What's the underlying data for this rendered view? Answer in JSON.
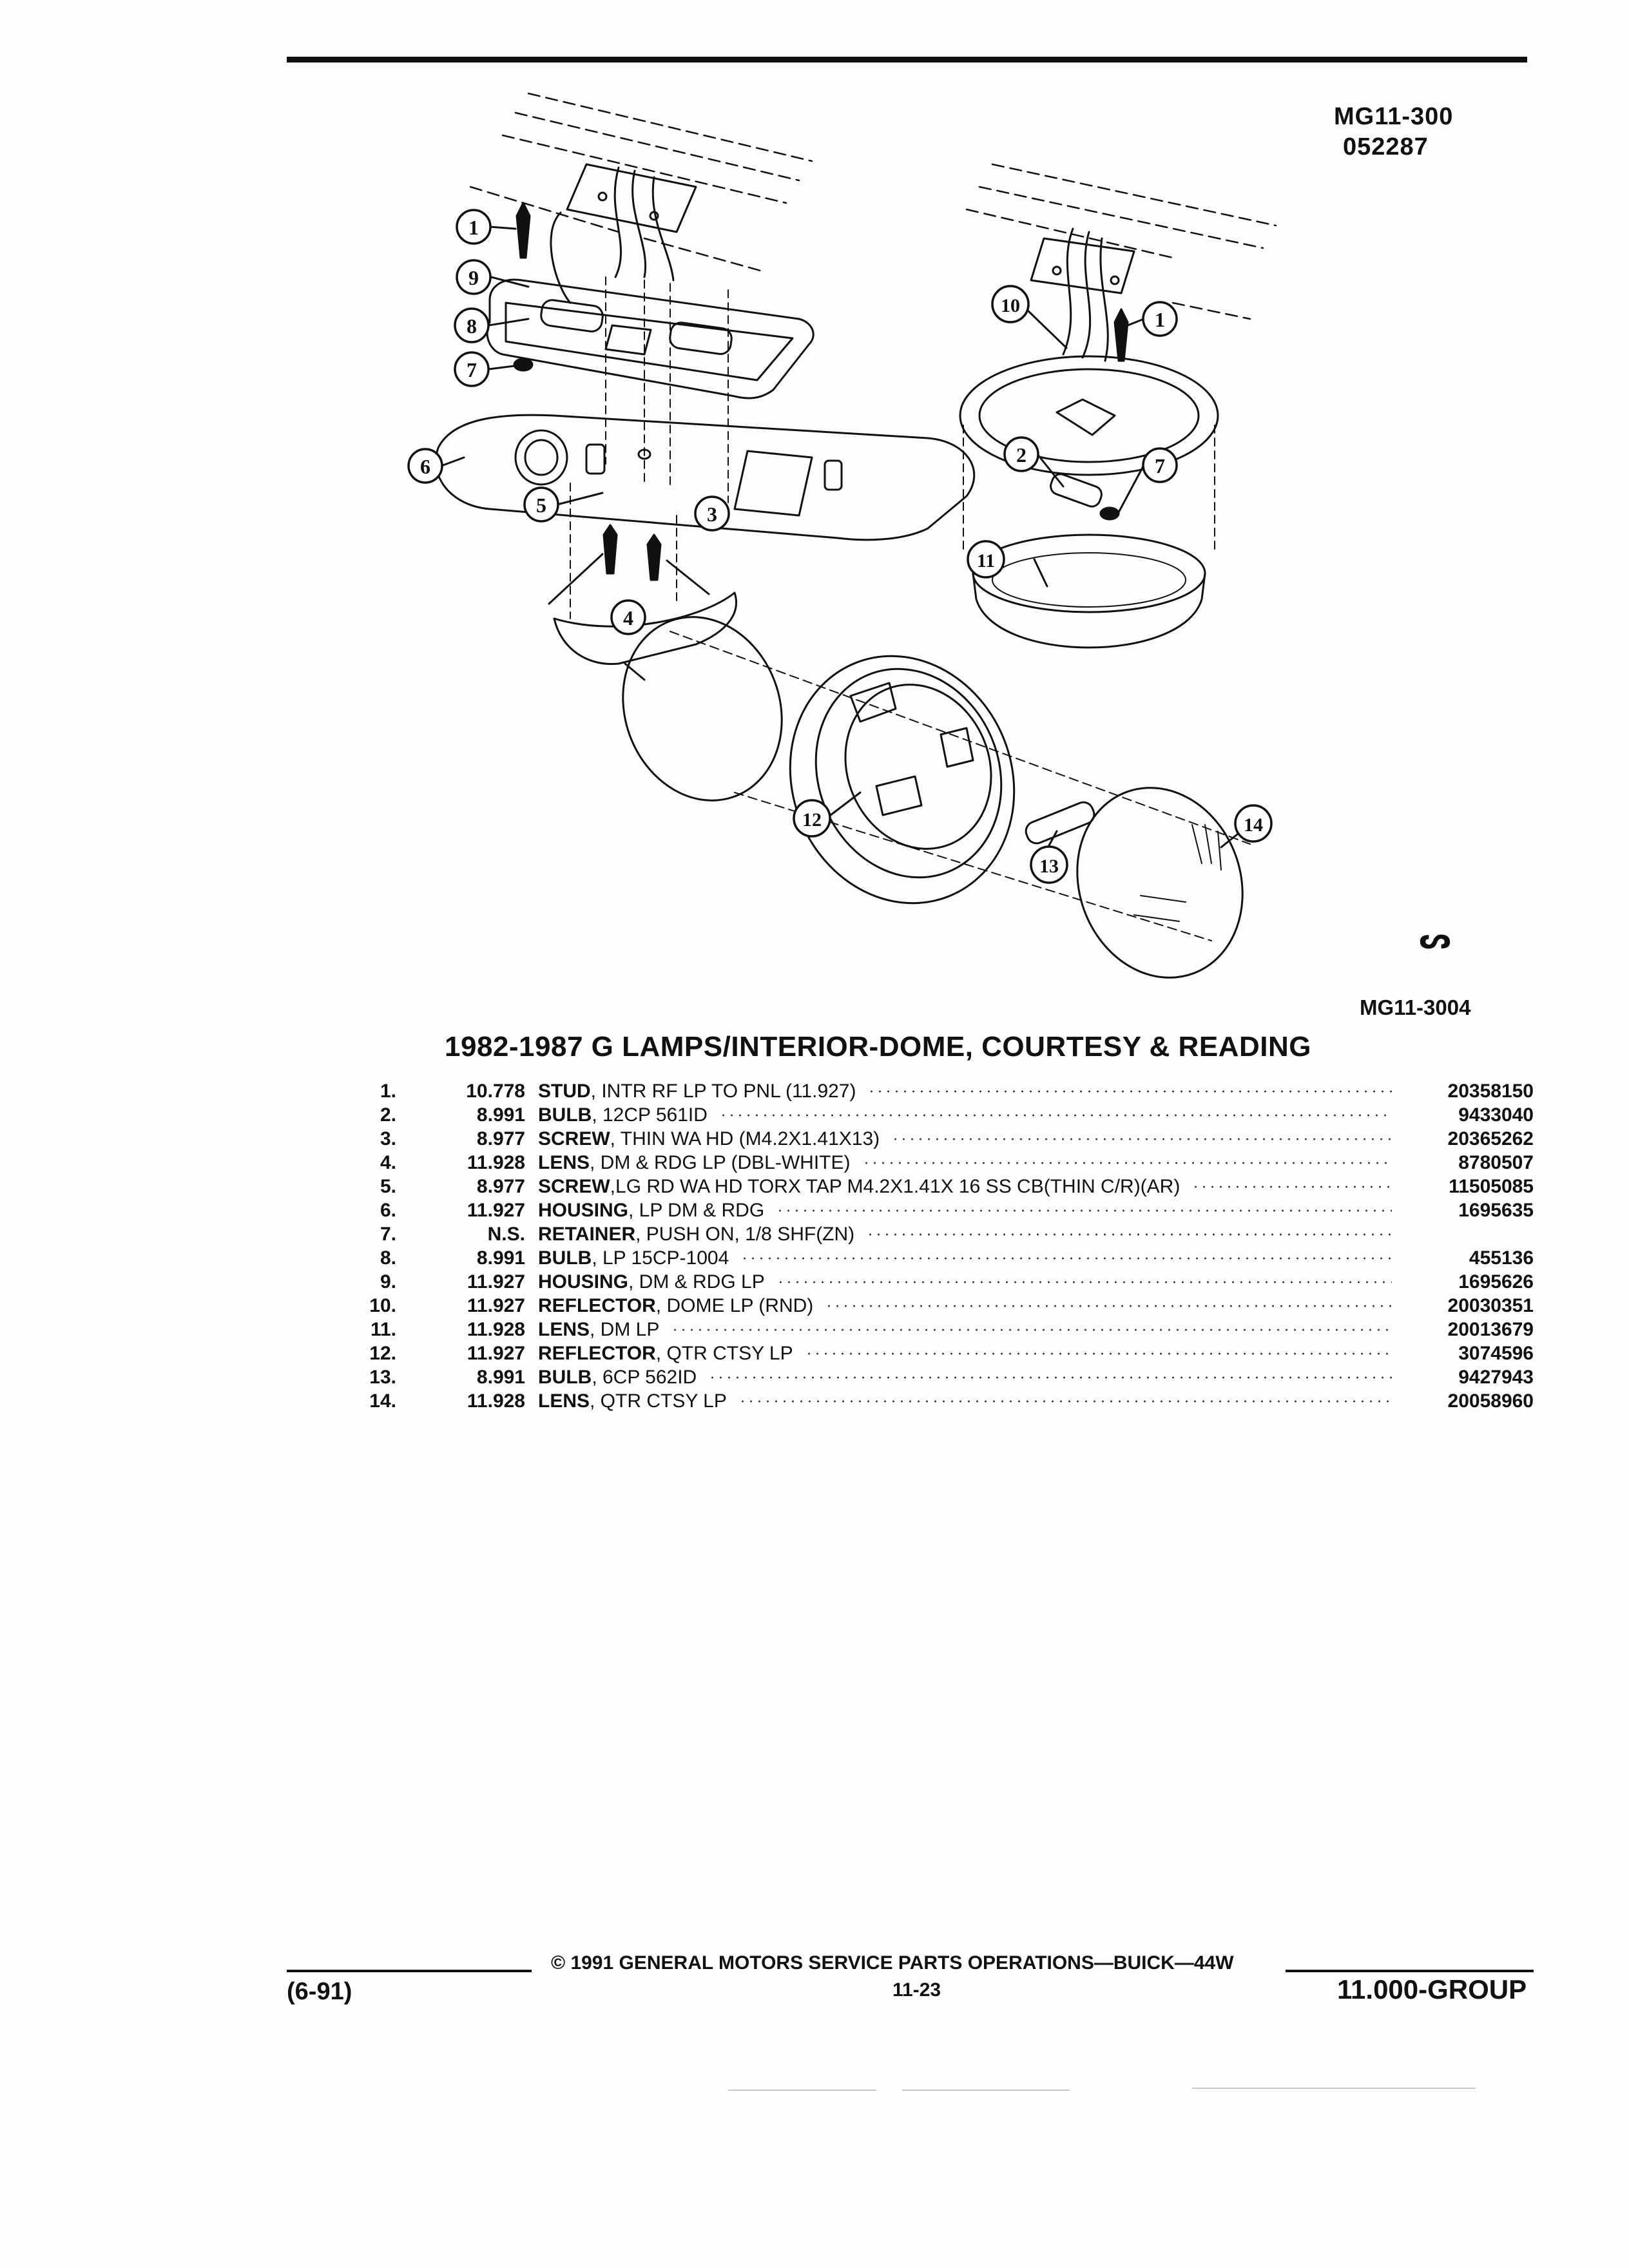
{
  "header": {
    "doc_code": "MG11-300",
    "doc_date": "052287"
  },
  "figure": {
    "reference": "MG11-3004",
    "logo_glyph": "ᔕ",
    "callouts": [
      "1",
      "2",
      "3",
      "4",
      "5",
      "6",
      "7",
      "8",
      "9",
      "10",
      "11",
      "12",
      "13",
      "14"
    ]
  },
  "section": {
    "title": "1982-1987 G LAMPS/INTERIOR-DOME, COURTESY & READING"
  },
  "parts": [
    {
      "no": "1.",
      "group": "10.778",
      "name": "STUD",
      "desc": ", INTR RF LP TO PNL (11.927)",
      "part_number": "20358150"
    },
    {
      "no": "2.",
      "group": "8.991",
      "name": "BULB",
      "desc": ", 12CP 561ID",
      "part_number": "9433040"
    },
    {
      "no": "3.",
      "group": "8.977",
      "name": "SCREW",
      "desc": ", THIN WA HD (M4.2X1.41X13)",
      "part_number": "20365262"
    },
    {
      "no": "4.",
      "group": "11.928",
      "name": "LENS",
      "desc": ", DM & RDG LP (DBL-WHITE)",
      "part_number": "8780507"
    },
    {
      "no": "5.",
      "group": "8.977",
      "name": "SCREW",
      "desc": ",LG RD WA HD TORX TAP M4.2X1.41X 16 SS CB(THIN C/R)(AR)",
      "part_number": "11505085"
    },
    {
      "no": "6.",
      "group": "11.927",
      "name": "HOUSING",
      "desc": ", LP DM & RDG",
      "part_number": "1695635"
    },
    {
      "no": "7.",
      "group": "N.S.",
      "name": "RETAINER",
      "desc": ", PUSH ON, 1/8 SHF(ZN)",
      "part_number": ""
    },
    {
      "no": "8.",
      "group": "8.991",
      "name": "BULB",
      "desc": ", LP 15CP-1004",
      "part_number": "455136"
    },
    {
      "no": "9.",
      "group": "11.927",
      "name": "HOUSING",
      "desc": ", DM & RDG LP",
      "part_number": "1695626"
    },
    {
      "no": "10.",
      "group": "11.927",
      "name": "REFLECTOR",
      "desc": ", DOME LP (RND)",
      "part_number": "20030351"
    },
    {
      "no": "11.",
      "group": "11.928",
      "name": "LENS",
      "desc": ", DM LP",
      "part_number": "20013679"
    },
    {
      "no": "12.",
      "group": "11.927",
      "name": "REFLECTOR",
      "desc": ", QTR CTSY LP",
      "part_number": "3074596"
    },
    {
      "no": "13.",
      "group": "8.991",
      "name": "BULB",
      "desc": ", 6CP 562ID",
      "part_number": "9427943"
    },
    {
      "no": "14.",
      "group": "11.928",
      "name": "LENS",
      "desc": ", QTR CTSY LP",
      "part_number": "20058960"
    }
  ],
  "footer": {
    "copyright": "© 1991 GENERAL MOTORS SERVICE PARTS OPERATIONS—BUICK—44W",
    "page": "11-23",
    "revision": "(6-91)",
    "group": "11.000-GROUP"
  }
}
